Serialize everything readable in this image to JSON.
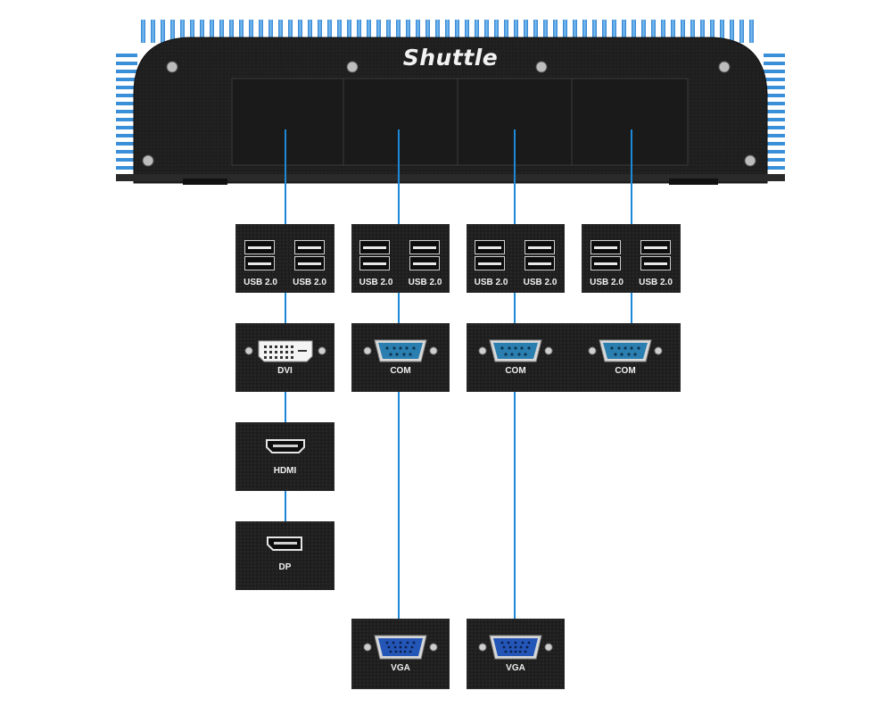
{
  "chassis": {
    "brand": "Shuttle"
  },
  "usb_groups": [
    {
      "ports": [
        "USB 2.0",
        "USB 2.0"
      ]
    },
    {
      "ports": [
        "USB 2.0",
        "USB 2.0"
      ]
    },
    {
      "ports": [
        "USB 2.0",
        "USB 2.0"
      ]
    },
    {
      "ports": [
        "USB 2.0",
        "USB 2.0"
      ]
    }
  ],
  "ports": {
    "dvi": "DVI",
    "hdmi": "HDMI",
    "dp": "DP",
    "com1": "COM",
    "com2": "COM",
    "com3": "COM",
    "vga1": "VGA",
    "vga2": "VGA"
  },
  "colors": {
    "accent_blue": "#1e88d8",
    "fin_blue": "#3a8fd9",
    "panel": "#1e1e1e",
    "com_blue": "#2a7fb0",
    "vga_blue": "#2456b8"
  }
}
